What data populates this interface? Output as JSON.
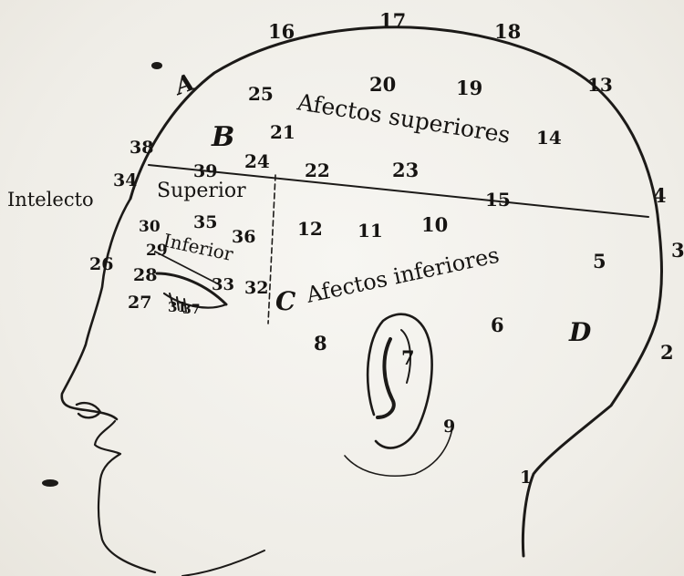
{
  "labels": {
    "afectos_superiores": "Afectos superiores",
    "afectos_inferiores": "Afectos inferiores",
    "intelecto": "Intelecto",
    "superior": "Superior",
    "inferior": "Inferior"
  },
  "region_letters": {
    "a": "A",
    "b": "B",
    "c": "C",
    "d": "D"
  },
  "numbers": {
    "n1": "1",
    "n2": "2",
    "n3": "3",
    "n4": "4",
    "n5": "5",
    "n6": "6",
    "n7": "7",
    "n8": "8",
    "n9": "9",
    "n10": "10",
    "n11": "11",
    "n12": "12",
    "n13": "13",
    "n14": "14",
    "n15": "15",
    "n16": "16",
    "n17": "17",
    "n18": "18",
    "n19": "19",
    "n20": "20",
    "n21": "21",
    "n22": "22",
    "n23": "23",
    "n24": "24",
    "n25": "25",
    "n26": "26",
    "n27": "27",
    "n28": "28",
    "n29": "29",
    "n30": "30",
    "n31": "31",
    "n32": "32",
    "n33": "33",
    "n34": "34",
    "n35": "35",
    "n36": "36",
    "n37": "37",
    "n38": "38",
    "n39": "39"
  }
}
